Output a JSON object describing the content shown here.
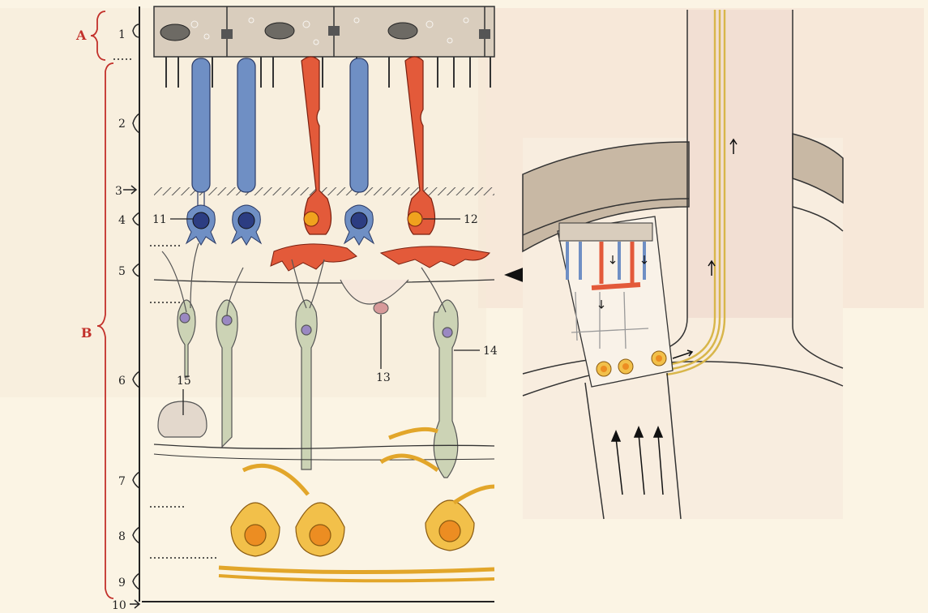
{
  "regions": {
    "a": "A",
    "b": "B"
  },
  "layers": [
    "1",
    "2",
    "3",
    "4",
    "5",
    "6",
    "7",
    "8",
    "9",
    "10"
  ],
  "callouts": {
    "c11": "11",
    "c12": "12",
    "c13": "13",
    "c14": "14",
    "c15": "15"
  },
  "colors": {
    "background": "#fbf4e4",
    "rod": "#6f8fc4",
    "cone": "#e35a3a",
    "epithelium": "#d9cdbd",
    "bipolar": "#ccd3b5",
    "ganglion": "#f2c04a",
    "nucleus_rod": "#2c3d82",
    "nucleus_cone": "#f0a21e",
    "label_red": "#c2302a",
    "sclera": "#c8b8a4",
    "eye_wall": "#f2dfd3"
  }
}
